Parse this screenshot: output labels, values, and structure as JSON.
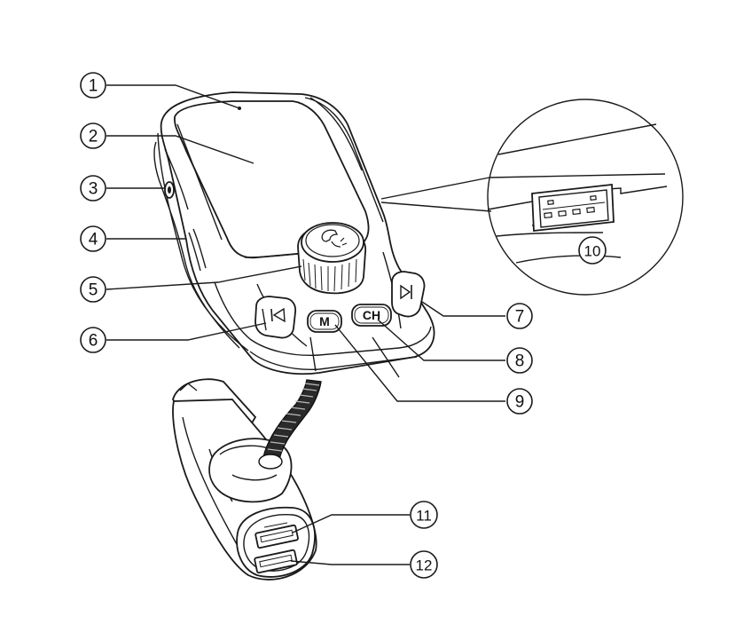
{
  "callouts": [
    {
      "id": "1",
      "label": "1"
    },
    {
      "id": "2",
      "label": "2"
    },
    {
      "id": "3",
      "label": "3"
    },
    {
      "id": "4",
      "label": "4"
    },
    {
      "id": "5",
      "label": "5"
    },
    {
      "id": "6",
      "label": "6"
    },
    {
      "id": "7",
      "label": "7"
    },
    {
      "id": "8",
      "label": "8"
    },
    {
      "id": "9",
      "label": "9"
    },
    {
      "id": "10",
      "label": "10"
    },
    {
      "id": "11",
      "label": "11"
    },
    {
      "id": "12",
      "label": "12"
    }
  ],
  "buttons": {
    "mode_label": "M",
    "channel_label": "CH",
    "prev_icon": "previous-track-icon",
    "next_icon": "next-track-icon",
    "knob_icon": "phone-call-icon"
  },
  "colors": {
    "line": "#1a1a1a",
    "background": "#ffffff"
  }
}
